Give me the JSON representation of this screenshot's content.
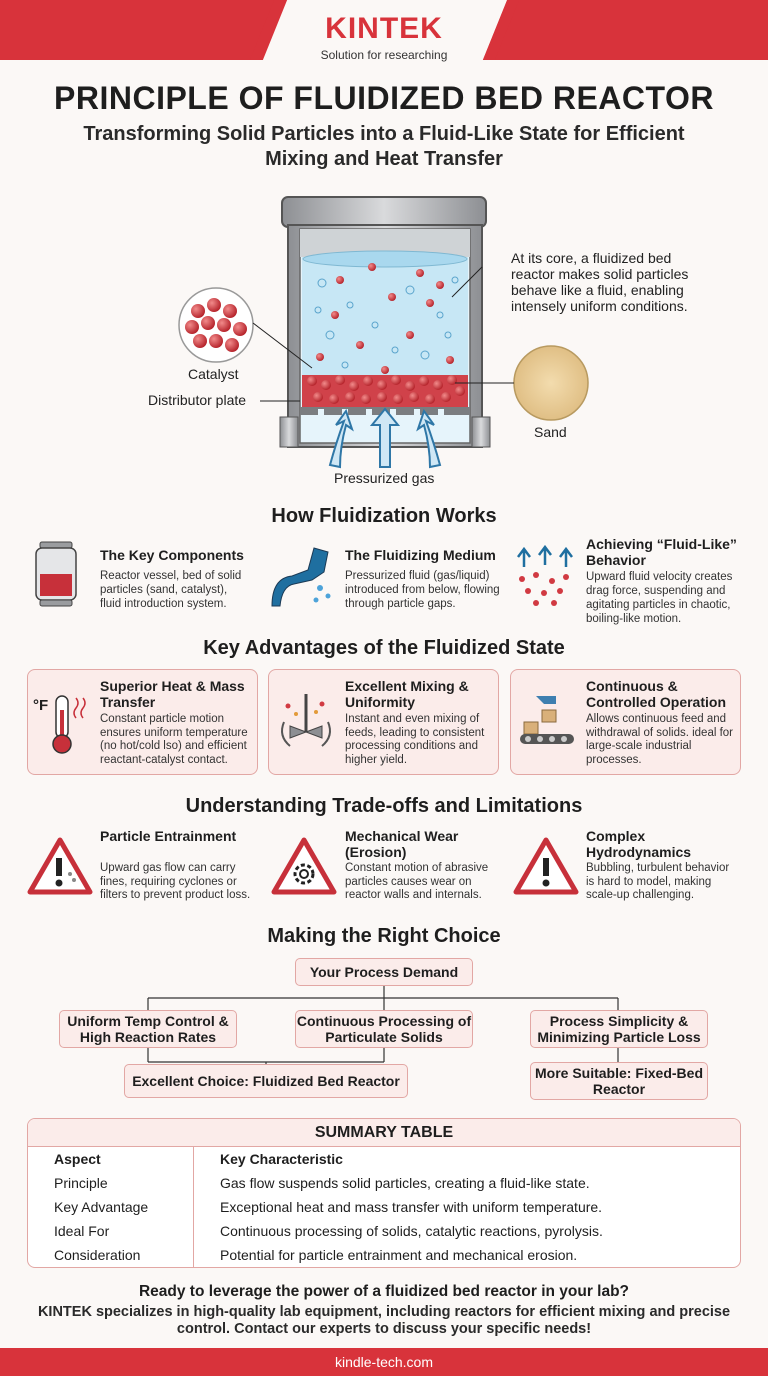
{
  "brand": {
    "logo": "KINTEK",
    "tagline": "Solution for researching"
  },
  "title": "PRINCIPLE OF FLUIDIZED BED REACTOR",
  "subtitle": "Transforming Solid Particles into a Fluid-Like State for Efficient Mixing and Heat Transfer",
  "diagram": {
    "catalyst": "Catalyst",
    "distributor": "Distributor plate",
    "sand": "Sand",
    "gas": "Pressurized gas",
    "core": "At its core, a fluidized bed reactor makes solid particles behave like a fluid, enabling intensely uniform conditions."
  },
  "how": {
    "heading": "How Fluidization Works",
    "items": [
      {
        "title": "The Key Components",
        "text": "Reactor vessel, bed of solid particles (sand, catalyst), fluid introduction system."
      },
      {
        "title": "The Fluidizing Medium",
        "text": "Pressurized fluid (gas/liquid) introduced from below, flowing through particle gaps."
      },
      {
        "title": "Achieving “Fluid-Like” Behavior",
        "text": "Upward fluid velocity creates drag force, suspending and agitating particles in chaotic, boiling-like motion."
      }
    ]
  },
  "advantages": {
    "heading": "Key Advantages of the Fluidized State",
    "items": [
      {
        "title": "Superior Heat & Mass Transfer",
        "text": "Constant particle motion ensures uniform temperature (no hot/cold lso) and efficient reactant-catalyst contact.",
        "icon_label": "°F"
      },
      {
        "title": "Excellent Mixing & Uniformity",
        "text": "Instant and even mixing of feeds, leading to consistent processing conditions and higher yield."
      },
      {
        "title": "Continuous & Controlled Operation",
        "text": "Allows continuous feed and withdrawal of solids. ideal for large-scale industrial processes."
      }
    ]
  },
  "tradeoffs": {
    "heading": "Understanding Trade-offs and Limitations",
    "items": [
      {
        "title": "Particle Entrainment",
        "text": "Upward gas flow can carry fines, requiring cyclones or filters to prevent product loss."
      },
      {
        "title": "Mechanical Wear (Erosion)",
        "text": "Constant motion of abrasive particles causes wear on reactor walls and internals."
      },
      {
        "title": "Complex Hydrodynamics",
        "text": "Bubbling, turbulent behavior is hard to model, making scale-up challenging."
      }
    ]
  },
  "choice": {
    "heading": "Making the Right Choice",
    "root": "Your Process Demand",
    "opt1": "Uniform Temp Control & High Reaction Rates",
    "opt2": "Continuous Processing of Particulate Solids",
    "opt3": "Process Simplicity & Minimizing Particle Loss",
    "res1": "Excellent Choice: Fluidized Bed Reactor",
    "res2": "More Suitable: Fixed-Bed Reactor"
  },
  "summary": {
    "heading": "SUMMARY TABLE",
    "col1": "Aspect",
    "col2": "Key Characteristic",
    "rows": [
      {
        "aspect": "Principle",
        "desc": "Gas flow suspends solid particles, creating a fluid-like state."
      },
      {
        "aspect": "Key Advantage",
        "desc": "Exceptional heat and mass transfer with uniform temperature."
      },
      {
        "aspect": "Ideal For",
        "desc": "Continuous processing of solids, catalytic reactions, pyrolysis."
      },
      {
        "aspect": "Consideration",
        "desc": "Potential for particle entrainment and mechanical erosion."
      }
    ]
  },
  "cta": {
    "heading": "Ready to leverage the power of a fluidized bed reactor in your lab?",
    "text": "KINTEK specializes in high-quality lab equipment, including reactors for efficient mixing and precise control. Contact our experts to discuss your specific needs!"
  },
  "footer": "kindle-tech.com"
}
